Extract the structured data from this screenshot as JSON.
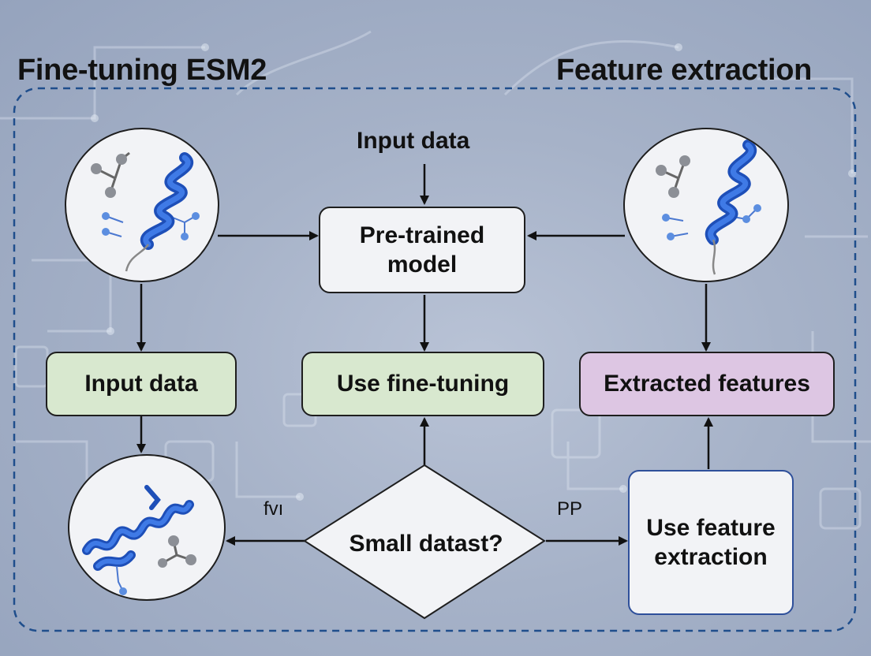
{
  "titles": {
    "left": "Fine-tuning ESM2",
    "right": "Feature extraction"
  },
  "nodes": {
    "top_input": "Input data",
    "pretrained": "Pre-trained\nmodel",
    "input_data": "Input data",
    "use_fine_tuning": "Use fine-tuning",
    "extracted_features": "Extracted features",
    "decision": "Small datast?",
    "use_feature_extraction": "Use feature\nextraction"
  },
  "edge_labels": {
    "left": "fvı",
    "right": "PP"
  },
  "colors": {
    "green_fill": "#d8e8cf",
    "purple_fill": "#ddc6e3",
    "neutral_fill": "#f2f3f6",
    "feature_box_border": "#2e4f9a",
    "frame_dash": "#1f4e8c",
    "protein_blue": "#2d63d6"
  },
  "icons": {
    "protein_top_left": "protein-helix-icon",
    "protein_top_right": "protein-helix-icon",
    "protein_bottom_left": "protein-ribbon-icon"
  }
}
